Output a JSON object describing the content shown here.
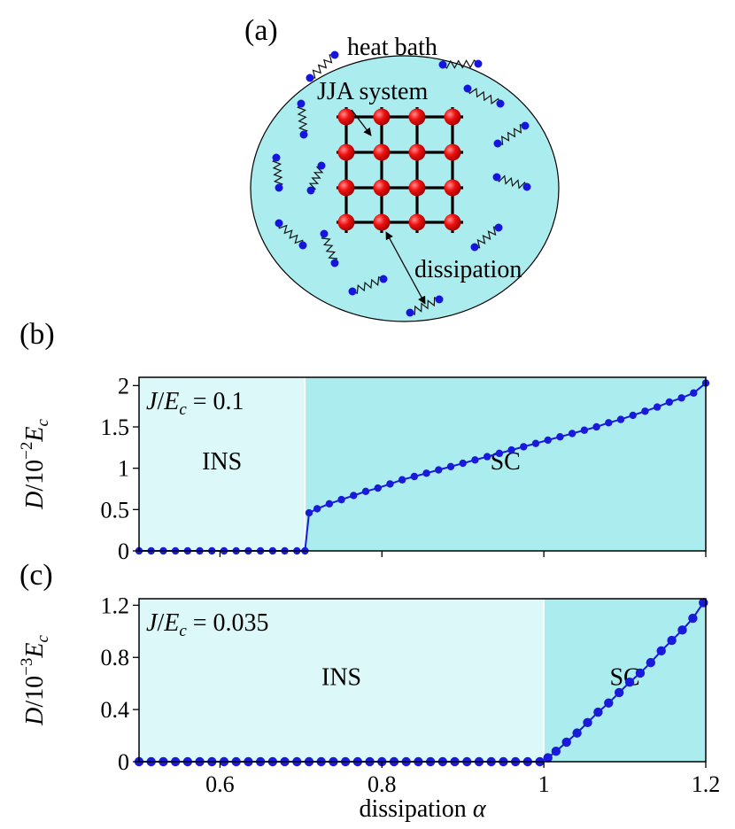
{
  "panel_a": {
    "label": "(a)",
    "heat_bath_label": "heat bath",
    "system_label": "JJA system",
    "dissipation_label": "dissipation",
    "colors": {
      "bath": "#abedef",
      "node": "#ee1111",
      "particle": "#1515dd",
      "lattice": "#000000"
    }
  },
  "chart_data": [
    {
      "panel": "(b)",
      "type": "line",
      "annotation": {
        "var": "J",
        "sub": "c",
        "base": "E",
        "eq": " = 0.1"
      },
      "ylabel": {
        "var": "D",
        "power": "−2",
        "base": "E",
        "sub": "c"
      },
      "xlim": [
        0.5,
        1.2
      ],
      "ylim": [
        0,
        2.1
      ],
      "yticks": [
        0,
        0.5,
        1,
        1.5,
        2
      ],
      "ytick_labels": [
        "0",
        "0.5",
        "1",
        "1.5",
        "2"
      ],
      "regions": [
        {
          "label": "INS",
          "from": 0.5,
          "to": 0.705,
          "color": "#dcf8f8"
        },
        {
          "label": "SC",
          "from": 0.705,
          "to": 1.2,
          "color": "#abedef"
        }
      ],
      "transition": 0.705,
      "series": [
        {
          "color": "#1a1adb",
          "points": [
            [
              0.5,
              0
            ],
            [
              0.515,
              0
            ],
            [
              0.53,
              0
            ],
            [
              0.545,
              0
            ],
            [
              0.56,
              0
            ],
            [
              0.575,
              0
            ],
            [
              0.59,
              0
            ],
            [
              0.605,
              0
            ],
            [
              0.62,
              0
            ],
            [
              0.635,
              0
            ],
            [
              0.65,
              0
            ],
            [
              0.665,
              0
            ],
            [
              0.68,
              0
            ],
            [
              0.695,
              0
            ],
            [
              0.705,
              0
            ],
            [
              0.71,
              0.46
            ],
            [
              0.72,
              0.51
            ],
            [
              0.735,
              0.57
            ],
            [
              0.75,
              0.62
            ],
            [
              0.765,
              0.67
            ],
            [
              0.78,
              0.72
            ],
            [
              0.795,
              0.76
            ],
            [
              0.81,
              0.81
            ],
            [
              0.825,
              0.86
            ],
            [
              0.84,
              0.9
            ],
            [
              0.855,
              0.94
            ],
            [
              0.87,
              0.98
            ],
            [
              0.885,
              1.02
            ],
            [
              0.9,
              1.06
            ],
            [
              0.915,
              1.1
            ],
            [
              0.93,
              1.14
            ],
            [
              0.945,
              1.18
            ],
            [
              0.96,
              1.22
            ],
            [
              0.975,
              1.26
            ],
            [
              0.99,
              1.3
            ],
            [
              1.005,
              1.34
            ],
            [
              1.02,
              1.38
            ],
            [
              1.035,
              1.42
            ],
            [
              1.05,
              1.46
            ],
            [
              1.065,
              1.5
            ],
            [
              1.08,
              1.55
            ],
            [
              1.095,
              1.59
            ],
            [
              1.11,
              1.64
            ],
            [
              1.125,
              1.69
            ],
            [
              1.14,
              1.74
            ],
            [
              1.155,
              1.8
            ],
            [
              1.17,
              1.85
            ],
            [
              1.185,
              1.91
            ],
            [
              1.2,
              2.03
            ]
          ]
        }
      ]
    },
    {
      "panel": "(c)",
      "type": "line",
      "annotation": {
        "var": "J",
        "sub": "c",
        "base": "E",
        "eq": " = 0.035"
      },
      "ylabel": {
        "var": "D",
        "power": "−3",
        "base": "E",
        "sub": "c"
      },
      "xlabel": "dissipation ",
      "xlabel_symbol": "α",
      "xlim": [
        0.5,
        1.2
      ],
      "ylim": [
        0,
        1.25
      ],
      "xticks": [
        0.6,
        0.8,
        1,
        1.2
      ],
      "xtick_labels": [
        "0.6",
        "0.8",
        "1",
        "1.2"
      ],
      "yticks": [
        0,
        0.4,
        0.8,
        1.2
      ],
      "ytick_labels": [
        "0",
        "0.4",
        "0.8",
        "1.2"
      ],
      "regions": [
        {
          "label": "INS",
          "from": 0.5,
          "to": 1.0,
          "color": "#dcf8f8"
        },
        {
          "label": "SC",
          "from": 1.0,
          "to": 1.2,
          "color": "#abedef"
        }
      ],
      "transition": 1.0,
      "series": [
        {
          "color": "#1a1adb",
          "points": [
            [
              0.5,
              0
            ],
            [
              0.515,
              0
            ],
            [
              0.53,
              0
            ],
            [
              0.545,
              0
            ],
            [
              0.56,
              0
            ],
            [
              0.575,
              0
            ],
            [
              0.59,
              0
            ],
            [
              0.605,
              0
            ],
            [
              0.62,
              0
            ],
            [
              0.635,
              0
            ],
            [
              0.65,
              0
            ],
            [
              0.665,
              0
            ],
            [
              0.68,
              0
            ],
            [
              0.695,
              0
            ],
            [
              0.71,
              0
            ],
            [
              0.725,
              0
            ],
            [
              0.74,
              0
            ],
            [
              0.755,
              0
            ],
            [
              0.77,
              0
            ],
            [
              0.785,
              0
            ],
            [
              0.8,
              0
            ],
            [
              0.815,
              0
            ],
            [
              0.83,
              0
            ],
            [
              0.845,
              0
            ],
            [
              0.86,
              0
            ],
            [
              0.875,
              0
            ],
            [
              0.89,
              0
            ],
            [
              0.905,
              0
            ],
            [
              0.92,
              0
            ],
            [
              0.935,
              0
            ],
            [
              0.95,
              0
            ],
            [
              0.965,
              0
            ],
            [
              0.98,
              0
            ],
            [
              0.995,
              0
            ],
            [
              1.005,
              0.03
            ],
            [
              1.015,
              0.08
            ],
            [
              1.028,
              0.15
            ],
            [
              1.041,
              0.22
            ],
            [
              1.054,
              0.3
            ],
            [
              1.067,
              0.38
            ],
            [
              1.08,
              0.45
            ],
            [
              1.093,
              0.53
            ],
            [
              1.106,
              0.61
            ],
            [
              1.119,
              0.68
            ],
            [
              1.132,
              0.76
            ],
            [
              1.145,
              0.85
            ],
            [
              1.158,
              0.93
            ],
            [
              1.171,
              1.01
            ],
            [
              1.184,
              1.1
            ],
            [
              1.197,
              1.22
            ]
          ]
        }
      ]
    }
  ]
}
